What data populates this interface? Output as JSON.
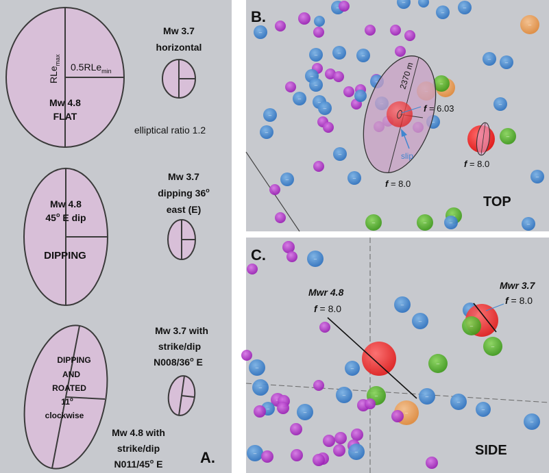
{
  "colors": {
    "panel_bg": "#c7c9ce",
    "ellipse_fill": "#d8bfd8",
    "ellipse_stroke": "#3a3a3a",
    "purple": "#b02fc9",
    "blue": "#3f86d0",
    "green": "#54b52a",
    "orange": "#f0a35c",
    "red": "#f03a3a",
    "pink_blob": "#f07c7c",
    "fault_ellipse": "#c9a2c5",
    "arrow_blue": "#3f86d0"
  },
  "panel_a": {
    "letter": "A.",
    "flat": {
      "label_rle_max": "RLe",
      "label_rle_max_sub": "max",
      "label_half_rle_min": "0.5RLe",
      "label_half_rle_min_sub": "min",
      "mag": "Mw 4.8",
      "kind": "FLAT",
      "small_line1": "Mw 3.7",
      "small_line2": "horizontal",
      "ratio_note": "elliptical ratio 1.2"
    },
    "dipping": {
      "line1": "Mw 4.8",
      "line2_pre": "45",
      "line2_sup": "o",
      "line2_post": " E dip",
      "kind": "DIPPING",
      "small_line1": "Mw 3.7",
      "small_line2_pre": "dipping 36",
      "small_line2_sup": "o",
      "small_line3": "east (E)"
    },
    "rotated": {
      "in_line1": "DIPPING",
      "in_line2": "AND",
      "in_line3": "ROATED",
      "in_line4_pre": "11",
      "in_line4_sup": "o",
      "in_line5": "clockwise",
      "small_line1": "Mw 3.7 with",
      "small_line2": "strike/dip",
      "small_line3_pre": "N008/36",
      "small_line3_sup": "o",
      "small_line3_post": " E",
      "big_line1": "Mw 4.8 with",
      "big_line2": "strike/dip",
      "big_line3_pre": "N011/45",
      "big_line3_sup": "o",
      "big_line3_post": " E"
    }
  },
  "panel_b": {
    "letter": "B.",
    "view": "TOP",
    "dim_label": "2370 m",
    "f1_italic": "f",
    "f1_rest": " = 6.03",
    "slip_label": "slip",
    "f2_italic": "f",
    "f2_rest": " = 8.0",
    "f3_italic": "f",
    "f3_rest": " = 8.0"
  },
  "panel_c": {
    "letter": "C.",
    "view": "SIDE",
    "big_label": "Mwr 4.8",
    "big_f_italic": "f",
    "big_f_rest": " = 8.0",
    "small_label": "Mwr 3.7",
    "small_f_italic": "f",
    "small_f_rest": " = 8.0"
  },
  "minus_glyph": "–"
}
